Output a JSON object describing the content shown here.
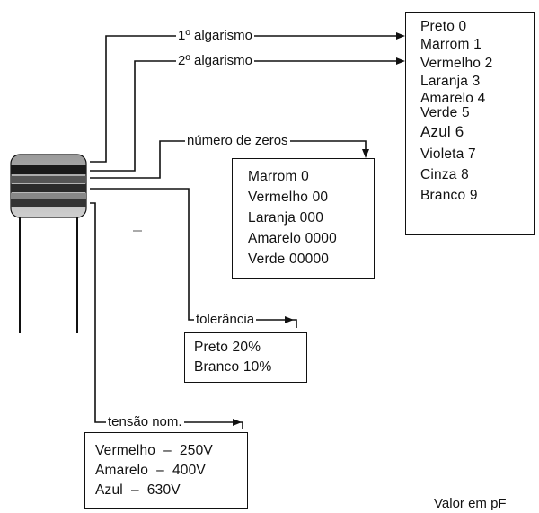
{
  "labels": {
    "first_digit": "1º algarismo",
    "second_digit": "2º algarismo",
    "zeros": "número de zeros",
    "tolerance": "tolerância",
    "voltage": "tensão nom."
  },
  "digit_colors": [
    {
      "text": "Preto 0"
    },
    {
      "text": "Marrom 1"
    },
    {
      "text": "Vermelho 2"
    },
    {
      "text": "Laranja 3"
    },
    {
      "text": "Amarelo 4"
    },
    {
      "text": "Verde 5"
    },
    {
      "text": "Azul 6"
    },
    {
      "text": "Violeta 7"
    },
    {
      "text": "Cinza 8"
    },
    {
      "text": "Branco 9"
    }
  ],
  "zero_colors": [
    {
      "text": "Marrom 0"
    },
    {
      "text": "Vermelho 00"
    },
    {
      "text": "Laranja 000"
    },
    {
      "text": "Amarelo 0000"
    },
    {
      "text": "Verde 00000"
    }
  ],
  "tolerance_colors": [
    {
      "text": "Preto 20%"
    },
    {
      "text": "Branco 10%"
    }
  ],
  "voltage_colors": [
    {
      "text": "Vermelho  –  250V"
    },
    {
      "text": "Amarelo  –  400V"
    },
    {
      "text": "Azul  –  630V"
    }
  ],
  "footer_note": "Valor em pF",
  "colors": {
    "ink": "#111111",
    "band_dark": "#1a1a1a",
    "band_mid": "#6e6e6e",
    "band_light": "#b8b8b8"
  }
}
